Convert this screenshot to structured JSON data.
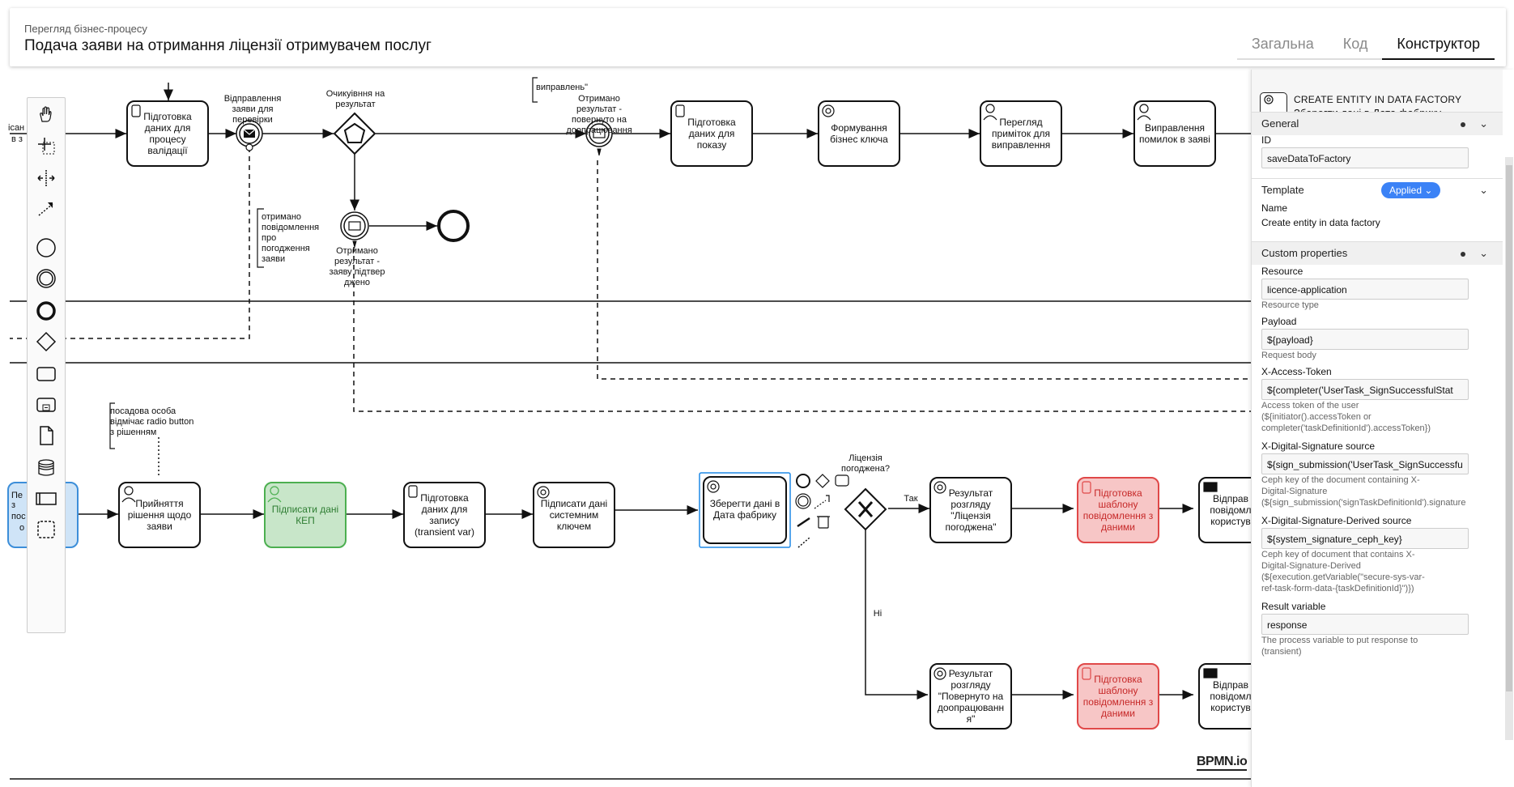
{
  "header": {
    "subtitle": "Перегляд бізнес-процесу",
    "title": "Подача заяви на отримання ліцензії отримувачем послуг",
    "tabs": [
      {
        "label": "Загальна",
        "active": false
      },
      {
        "label": "Код",
        "active": false
      },
      {
        "label": "Конструктор",
        "active": true
      }
    ]
  },
  "diagram": {
    "labels": {
      "send_for_check": "Відправлення заяви для перевірки",
      "awaiting_result": "Очикуівння на результат",
      "got_returned": "Отримано результат - повернуто на доопрацювання",
      "top_annotation": "виправлень\"",
      "got_confirmed": "Отримано результат - заяву підтвер джено",
      "annotation_agreement": "отримано повідомлення про погодження заяви",
      "annotation_officer": "посадова особа відмічає radio button з рішенням",
      "license_agreed": "Ліцензія погоджена?",
      "flow_yes": "Так",
      "flow_no": "Ні",
      "left_cut_1": "ісан",
      "left_cut_2": "в з",
      "left_cut_3": "Пе",
      "left_cut_4": "з",
      "left_cut_5": "пос",
      "left_cut_6": "о"
    },
    "tasks": {
      "t1": "Підготовка даних для процесу валідації",
      "t2": "Підготовка даних для показу",
      "t3": "Формування бізнес ключа",
      "t4": "Перегляд приміток для виправлення",
      "t5": "Виправлення помилок в заяві",
      "t6": "Прийняття рішення щодо заяви",
      "t7": "Підписати дані КЕП",
      "t8": "Підготовка даних для запису (transient var)",
      "t9": "Підписати дані системним ключем",
      "t10": "Зберегти дані в Дата фабрику",
      "t11": "Результат розгляду \"Ліцензія погоджена\"",
      "t12": "Підготовка шаблону повідомлення з даними",
      "t13": "Відправ повідомл користув",
      "t14": "Результат розгляду \"Повернуто на доопрацюванн я\"",
      "t15": "Підготовка шаблону повідомлення з даними",
      "t16": "Відправ повідомл користув"
    },
    "watermark": "BPMN.io"
  },
  "palette": {
    "tools": [
      {
        "name": "hand-tool-icon"
      },
      {
        "name": "lasso-tool-icon"
      },
      {
        "name": "space-tool-icon"
      },
      {
        "name": "global-connect-tool-icon"
      },
      {
        "name": "start-event-icon"
      },
      {
        "name": "intermediate-event-icon"
      },
      {
        "name": "end-event-icon"
      },
      {
        "name": "gateway-icon"
      },
      {
        "name": "task-icon"
      },
      {
        "name": "subprocess-icon"
      },
      {
        "name": "data-object-icon"
      },
      {
        "name": "data-store-icon"
      },
      {
        "name": "pool-icon"
      },
      {
        "name": "group-icon"
      }
    ]
  },
  "panel": {
    "element_type": "CREATE ENTITY IN DATA FACTORY",
    "element_name": "Зберегти дані в Дата фабрику",
    "general": {
      "title": "General",
      "id_label": "ID",
      "id_value": "saveDataToFactory"
    },
    "template": {
      "title": "Template",
      "badge": "Applied",
      "name_label": "Name",
      "name_value": "Create entity in data factory"
    },
    "custom": {
      "title": "Custom properties",
      "fields": [
        {
          "label": "Resource",
          "value": "licence-application",
          "help": "Resource type"
        },
        {
          "label": "Payload",
          "value": "${payload}",
          "help": "Request body"
        },
        {
          "label": "X-Access-Token",
          "value": "${completer('UserTask_SignSuccessfulStat",
          "help": "Access token of the user\n(${initiator().accessToken or\ncompleter('taskDefinitionId').accessToken})"
        },
        {
          "label": "X-Digital-Signature source",
          "value": "${sign_submission('UserTask_SignSuccessfu",
          "help": "Ceph key of the document containing X-\nDigital-Signature\n(${sign_submission('signTaskDefinitionId').signature"
        },
        {
          "label": "X-Digital-Signature-Derived source",
          "value": "${system_signature_ceph_key}",
          "help": "Ceph key of document that contains X-\nDigital-Signature-Derived\n(${execution.getVariable(\"secure-sys-var-\nref-task-form-data-{taskDefinitionId}\")})"
        },
        {
          "label": "Result variable",
          "value": "response",
          "help": "The process variable to put response to\n(transient)"
        }
      ]
    }
  }
}
